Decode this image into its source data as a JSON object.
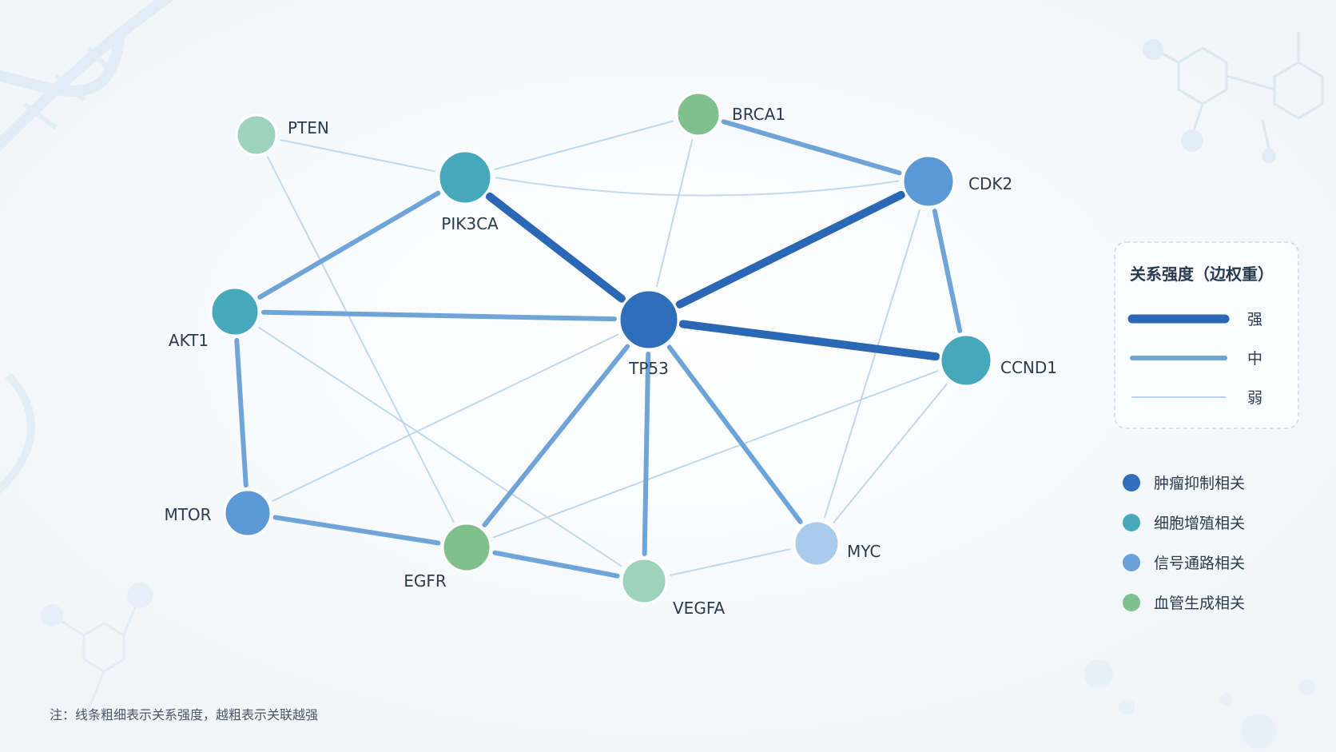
{
  "nodes": [
    {
      "id": "TP53",
      "label": "TP53",
      "group": "tumor"
    },
    {
      "id": "PIK3CA",
      "label": "PIK3CA",
      "group": "prolif"
    },
    {
      "id": "PTEN",
      "label": "PTEN",
      "group": "angio_light"
    },
    {
      "id": "BRCA1",
      "label": "BRCA1",
      "group": "angio"
    },
    {
      "id": "CDK2",
      "label": "CDK2",
      "group": "signal"
    },
    {
      "id": "AKT1",
      "label": "AKT1",
      "group": "prolif"
    },
    {
      "id": "CCND1",
      "label": "CCND1",
      "group": "prolif"
    },
    {
      "id": "MTOR",
      "label": "MTOR",
      "group": "signal"
    },
    {
      "id": "EGFR",
      "label": "EGFR",
      "group": "angio"
    },
    {
      "id": "VEGFA",
      "label": "VEGFA",
      "group": "angio_light"
    },
    {
      "id": "MYC",
      "label": "MYC",
      "group": "signal_light"
    }
  ],
  "edges": [
    {
      "source": "TP53",
      "target": "CDK2",
      "strength": "strong"
    },
    {
      "source": "TP53",
      "target": "PIK3CA",
      "strength": "strong"
    },
    {
      "source": "TP53",
      "target": "CCND1",
      "strength": "strong"
    },
    {
      "source": "TP53",
      "target": "MYC",
      "strength": "medium"
    },
    {
      "source": "TP53",
      "target": "AKT1",
      "strength": "medium"
    },
    {
      "source": "TP53",
      "target": "EGFR",
      "strength": "medium"
    },
    {
      "source": "TP53",
      "target": "VEGFA",
      "strength": "medium"
    },
    {
      "source": "TP53",
      "target": "BRCA1",
      "strength": "weak"
    },
    {
      "source": "TP53",
      "target": "MTOR",
      "strength": "weak"
    },
    {
      "source": "PIK3CA",
      "target": "AKT1",
      "strength": "medium"
    },
    {
      "source": "PIK3CA",
      "target": "PTEN",
      "strength": "weak"
    },
    {
      "source": "PIK3CA",
      "target": "BRCA1",
      "strength": "weak"
    },
    {
      "source": "PIK3CA",
      "target": "CDK2",
      "strength": "weak"
    },
    {
      "source": "BRCA1",
      "target": "CDK2",
      "strength": "medium"
    },
    {
      "source": "CDK2",
      "target": "CCND1",
      "strength": "medium"
    },
    {
      "source": "CDK2",
      "target": "MYC",
      "strength": "weak"
    },
    {
      "source": "CCND1",
      "target": "MYC",
      "strength": "weak"
    },
    {
      "source": "CCND1",
      "target": "EGFR",
      "strength": "weak"
    },
    {
      "source": "AKT1",
      "target": "MTOR",
      "strength": "medium"
    },
    {
      "source": "AKT1",
      "target": "VEGFA",
      "strength": "weak"
    },
    {
      "source": "PTEN",
      "target": "EGFR",
      "strength": "weak"
    },
    {
      "source": "MTOR",
      "target": "EGFR",
      "strength": "medium"
    },
    {
      "source": "EGFR",
      "target": "VEGFA",
      "strength": "medium"
    },
    {
      "source": "VEGFA",
      "target": "MYC",
      "strength": "weak"
    }
  ],
  "colors": {
    "tumor": "#2f6fba",
    "prolif": "#45a8bb",
    "signal": "#5b98d4",
    "signal_light": "#aacbeb",
    "angio": "#80bf8e",
    "angio_light": "#9dd3be",
    "edge_strong": "#2a67b5",
    "edge_medium": "#6fa4d8",
    "edge_weak": "#b7d2ea"
  },
  "legend": {
    "strength_title": "关系强度（边权重）",
    "strength_items": [
      {
        "key": "strong",
        "label": "强"
      },
      {
        "key": "medium",
        "label": "中"
      },
      {
        "key": "weak",
        "label": "弱"
      }
    ],
    "category_items": [
      {
        "key": "tumor",
        "label": "肿瘤抑制相关"
      },
      {
        "key": "prolif",
        "label": "细胞增殖相关"
      },
      {
        "key": "signal",
        "label": "信号通路相关"
      },
      {
        "key": "angio",
        "label": "血管生成相关"
      }
    ]
  },
  "note": "注：线条粗细表示关系强度，越粗表示关联越强"
}
